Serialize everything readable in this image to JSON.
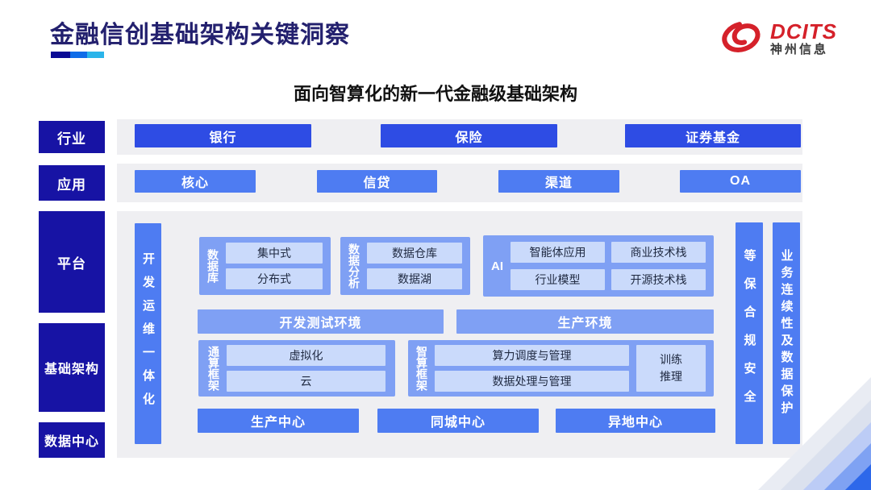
{
  "slide": {
    "title": "金融信创基础架构关键洞察",
    "subtitle": "面向智算化的新一代金融级基础架构"
  },
  "logo": {
    "brand": "DCITS",
    "company": "神州信息"
  },
  "layers": {
    "industry": {
      "label": "行业",
      "items": [
        "银行",
        "保险",
        "证券基金"
      ]
    },
    "application": {
      "label": "应用",
      "items": [
        "核心",
        "信贷",
        "渠道",
        "OA"
      ]
    },
    "platform": {
      "label": "平台"
    },
    "infrastructure": {
      "label": "基础架构"
    },
    "datacenter": {
      "label": "数据中心"
    }
  },
  "platform_panel": {
    "devops_bar": "开发运维一体化",
    "database_group": {
      "label": "数据库",
      "items": [
        "集中式",
        "分布式"
      ]
    },
    "analytics_group": {
      "label": "数据分析",
      "items": [
        "数据仓库",
        "数据湖"
      ]
    },
    "ai_group": {
      "label": "AI",
      "items": [
        "智能体应用",
        "商业技术栈",
        "行业模型",
        "开源技术栈"
      ]
    },
    "environments": [
      "开发测试环境",
      "生产环境"
    ],
    "general_framework": {
      "label": "通算框架",
      "items": [
        "虚拟化",
        "云"
      ]
    },
    "intelligent_framework": {
      "label": "智算框架",
      "items": [
        "算力调度与管理",
        "数据处理与管理"
      ],
      "side_item": "训练推理"
    },
    "centers": [
      "生产中心",
      "同城中心",
      "异地中心"
    ],
    "security_bar": "等保合规安全",
    "continuity_bar": "业务连续性及数据保护"
  },
  "colors": {
    "navy_label": "#1713a4",
    "deep_blue": "#2e4ce4",
    "bright_blue": "#4e7cf2",
    "group_blue": "#7fa0f4",
    "pill_blue": "#cadafb",
    "panel_gray": "#efeff2",
    "title_navy": "#23206e",
    "brand_red": "#d5212a",
    "accent_dark": "#0a0a94",
    "accent_mid": "#0f6ce8",
    "accent_light": "#2ab4ea"
  }
}
